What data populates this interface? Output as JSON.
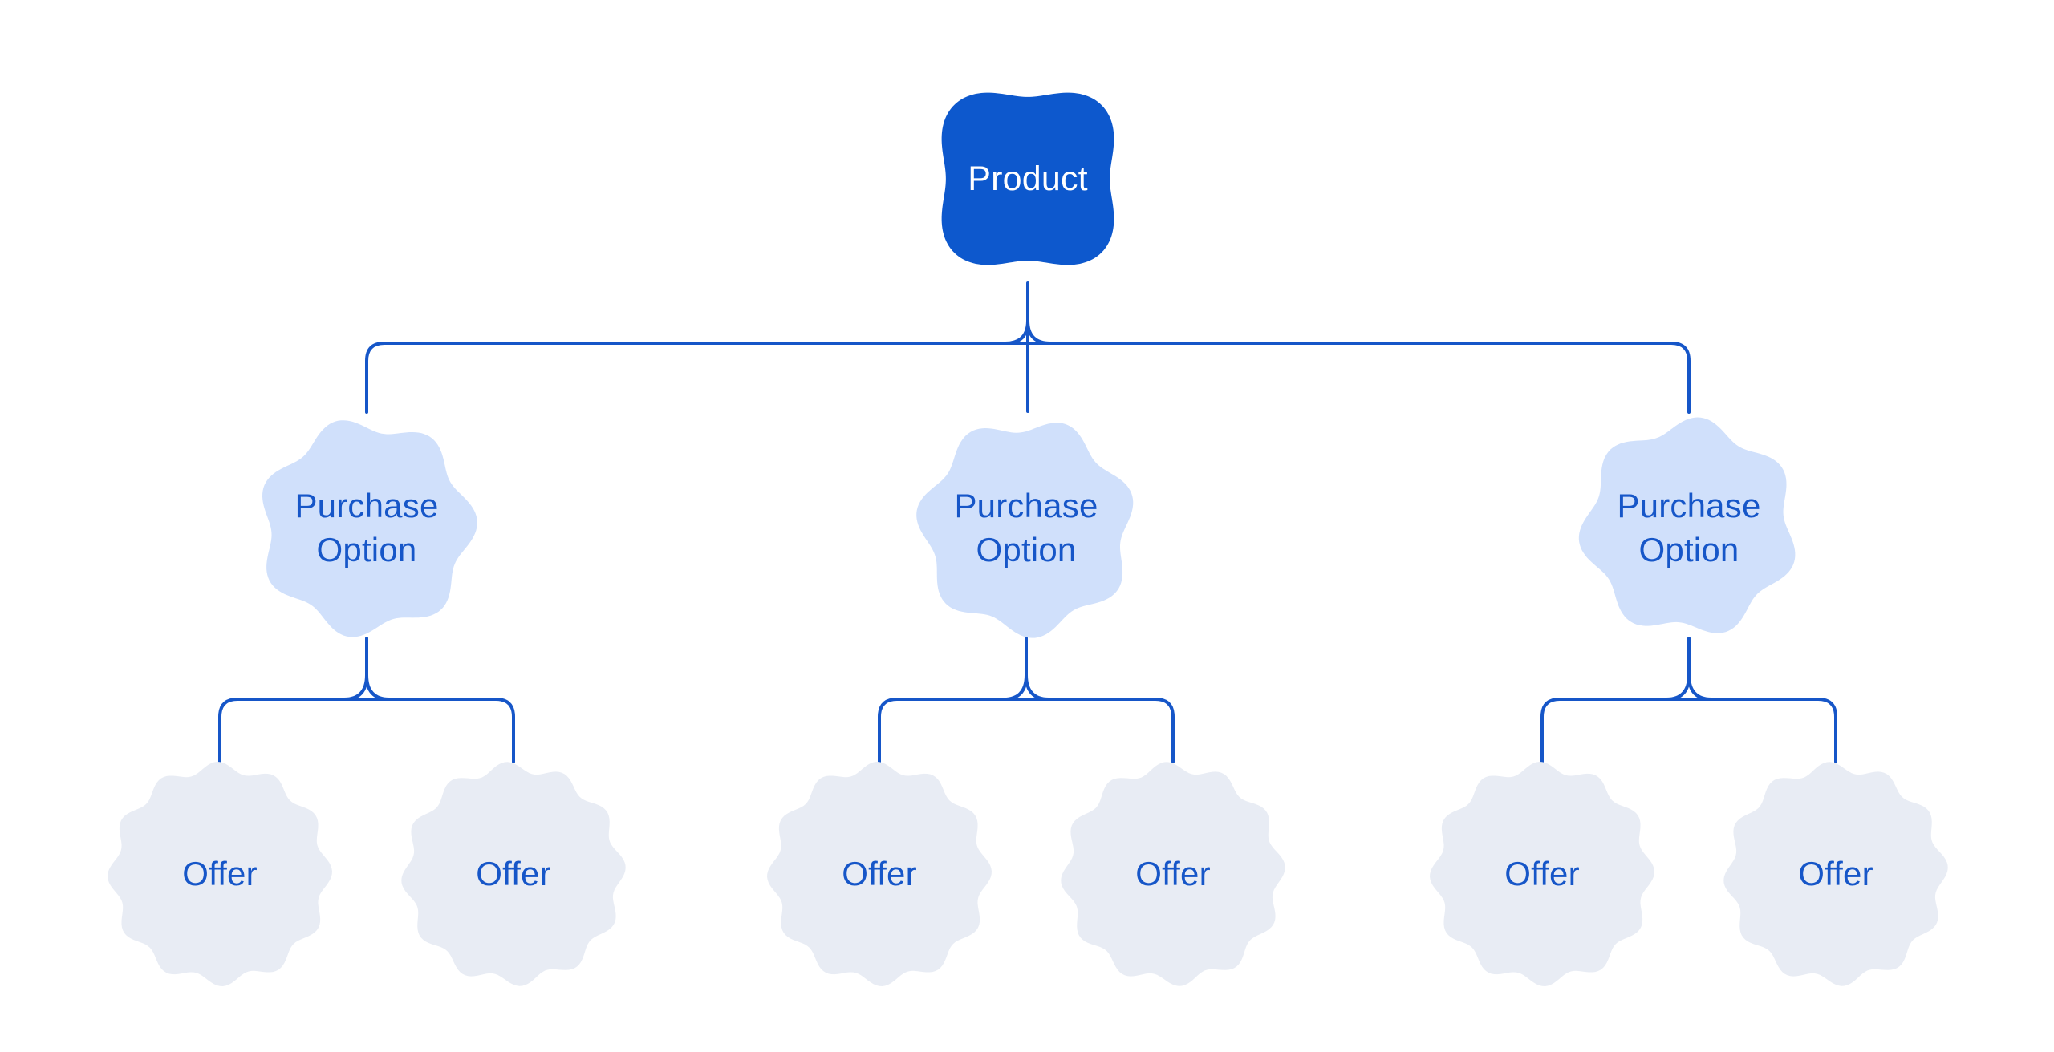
{
  "colors": {
    "background": "#ffffff",
    "product_fill": "#0d58cd",
    "product_text": "#ffffff",
    "purchase_option_fill": "#d0e0fb",
    "offer_fill": "#e8ecf4",
    "node_text_blue": "#1656c8",
    "connector_line": "#1656c8"
  },
  "tree": {
    "product": {
      "label": "Product"
    },
    "purchase_options": [
      {
        "label": "Purchase Option",
        "offers": [
          {
            "label": "Offer"
          },
          {
            "label": "Offer"
          }
        ]
      },
      {
        "label": "Purchase Option",
        "offers": [
          {
            "label": "Offer"
          },
          {
            "label": "Offer"
          }
        ]
      },
      {
        "label": "Purchase Option",
        "offers": [
          {
            "label": "Offer"
          },
          {
            "label": "Offer"
          }
        ]
      }
    ]
  }
}
